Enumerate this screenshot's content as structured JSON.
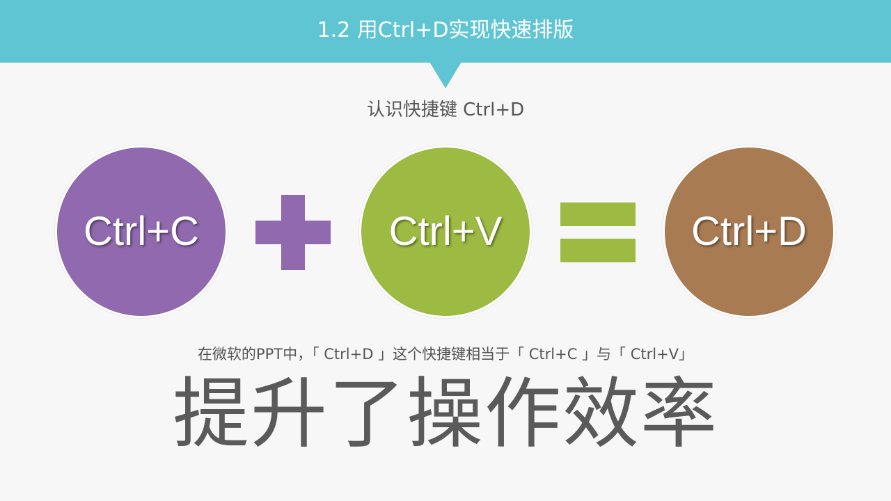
{
  "header": {
    "title": "1.2 用Ctrl+D实现快速排版",
    "color": "#5fc5d2"
  },
  "subtitle": "认识快捷键 Ctrl+D",
  "equation": {
    "circles": [
      {
        "label": "Ctrl+C",
        "color": "#9069ae"
      },
      {
        "label": "Ctrl+V",
        "color": "#9dbb42"
      },
      {
        "label": "Ctrl+D",
        "color": "#a87b53"
      }
    ],
    "operators": [
      {
        "symbol": "plus-icon",
        "color": "#9069ae"
      },
      {
        "symbol": "equals-icon",
        "color": "#9dbb42"
      }
    ]
  },
  "description": "在微软的PPT中，「 Ctrl+D 」这个快捷键相当于「 Ctrl+C 」与「 Ctrl+V」",
  "headline": "提升了操作效率"
}
